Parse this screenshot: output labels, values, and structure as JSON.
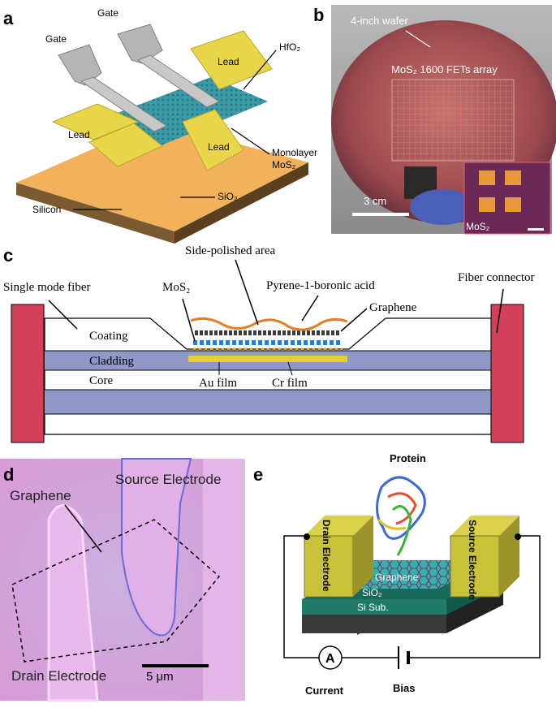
{
  "panel_a": {
    "letter": "a",
    "gate_left": "Gate",
    "gate_right": "Gate",
    "hfo2": "HfO₂",
    "lead_top": "Lead",
    "lead_left": "Lead",
    "lead_bottom": "Lead",
    "monolayer": "Monolayer",
    "mos2": "MoS₂",
    "silicon": "Silicon",
    "sio2": "SiO₂"
  },
  "panel_b": {
    "letter": "b",
    "wafer": "4-inch wafer",
    "array": "MoS₂ 1600 FETs array",
    "scale": "3 cm",
    "inset_mos2": "MoS₂"
  },
  "panel_c": {
    "letter": "c",
    "side_polished": "Side-polished area",
    "single_mode": "Single mode fiber",
    "mos2": "MoS₂",
    "pyrene": "Pyrene-1-boronic acid",
    "fiber_connector": "Fiber connector",
    "graphene": "Graphene",
    "coating": "Coating",
    "cladding": "Cladding",
    "core": "Core",
    "au_film": "Au film",
    "cr_film": "Cr film"
  },
  "panel_d": {
    "letter": "d",
    "source": "Source Electrode",
    "graphene": "Graphene",
    "drain": "Drain Electrode",
    "scale": "5 μm"
  },
  "panel_e": {
    "letter": "e",
    "protein": "Protein",
    "drain_electrode": "Drain Electrode",
    "source_electrode": "Source Electrode",
    "graphene": "Graphene",
    "sio2": "SiO₂",
    "si_sub": "Si Sub.",
    "ammeter": "A",
    "current": "Current",
    "bias": "Bias"
  },
  "colors": {
    "lead_gold": "#e8d54a",
    "substrate_orange": "#f2b25c",
    "mos2_teal": "#3a9aa8",
    "cladding_blue": "#8f98c6",
    "connector_red": "#d4405c",
    "pink_bg": "#d7a0d8",
    "graphene_teal": "#2fb3b0",
    "electrode_olive": "#c8c23a"
  }
}
